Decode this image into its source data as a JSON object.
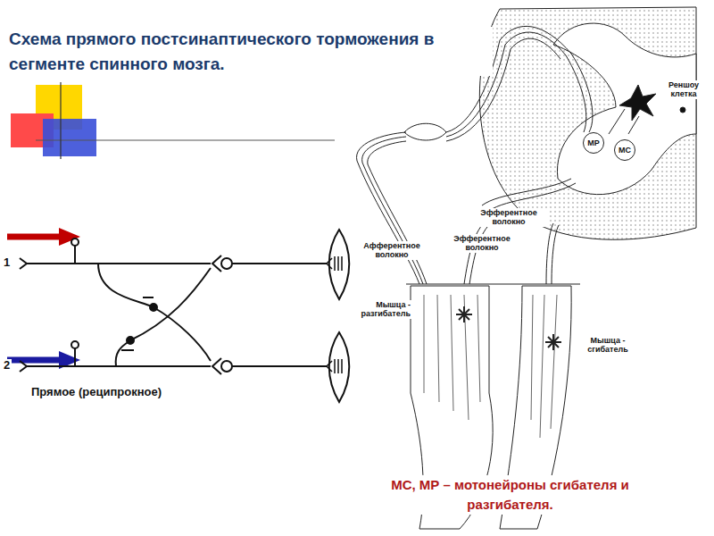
{
  "diagram": {
    "title": "Схема прямого постсинаптического торможения в сегменте спинного мозга.",
    "caption": "МС, МР – мотонейроны сгибателя и разгибателя.",
    "nodes": [
      {
        "text": [
          "МР"
        ]
      },
      {
        "text": [
          "МС"
        ]
      }
    ],
    "labels": [
      "1",
      "2",
      "Прямое (реципрокное)",
      "Реншоу клетка",
      "Эфферентное волокно",
      "Афферентное волокно",
      "Эфферентное волокно",
      "Мышца - разгибатель",
      "Мышца - сгибатель"
    ]
  }
}
